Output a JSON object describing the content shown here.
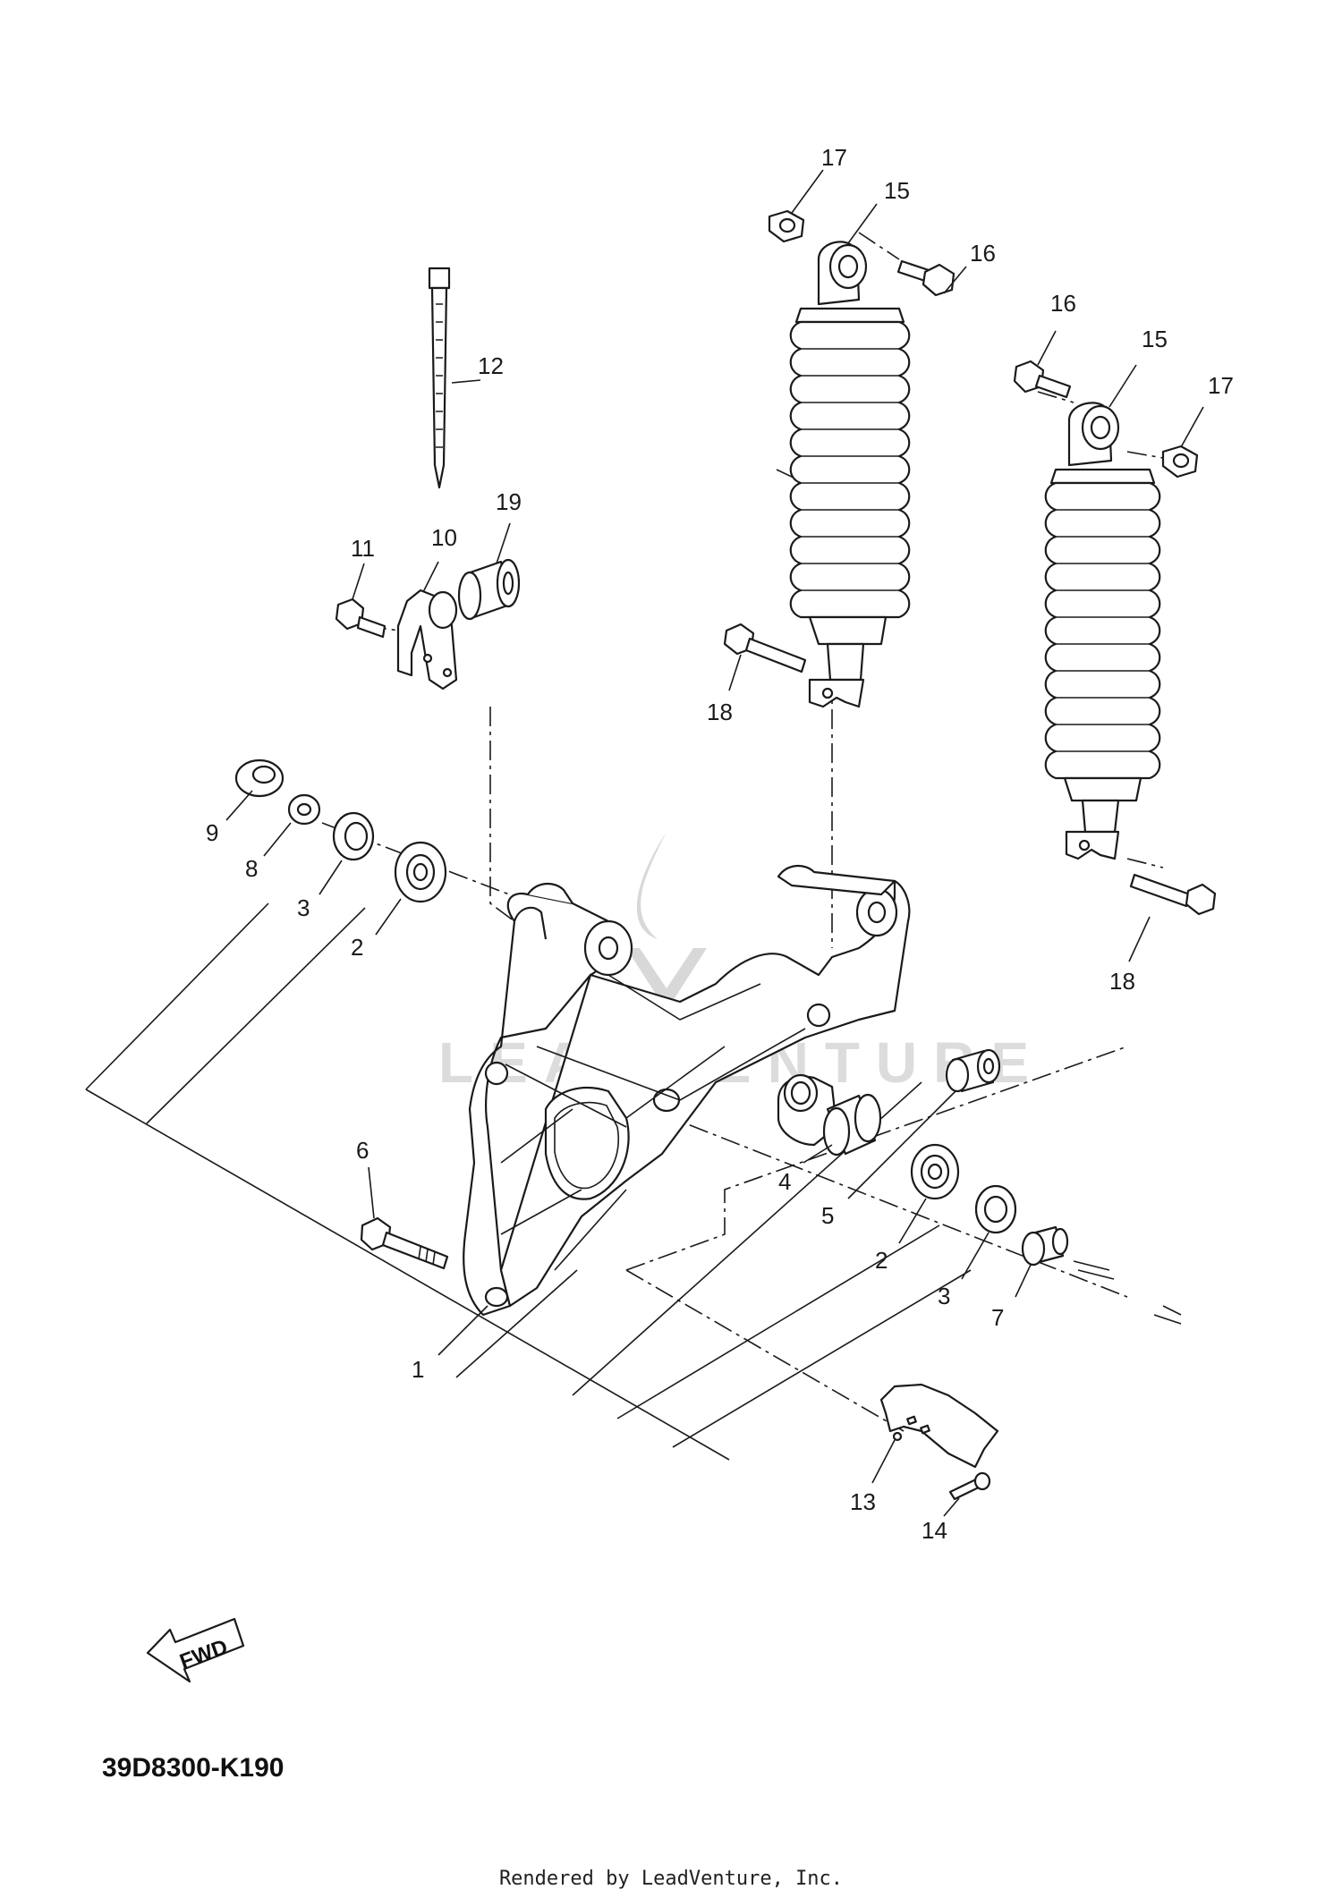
{
  "diagram_code": "39D8300-K190",
  "credit": "Rendered by LeadVenture, Inc.",
  "fwd_label": "FWD",
  "watermark_text": "LEADVENTURE",
  "callouts": [
    "1",
    "2",
    "3",
    "4",
    "5",
    "6",
    "7",
    "8",
    "9",
    "10",
    "11",
    "12",
    "13",
    "14",
    "15",
    "16",
    "17",
    "18",
    "19"
  ],
  "callouts_repeat": {
    "2": "2",
    "3": "3",
    "15": "15",
    "16": "16",
    "17": "17",
    "18": "18"
  },
  "colors": {
    "line": "#1a1a1a",
    "background": "#ffffff",
    "watermark": "#d8d8d8"
  }
}
